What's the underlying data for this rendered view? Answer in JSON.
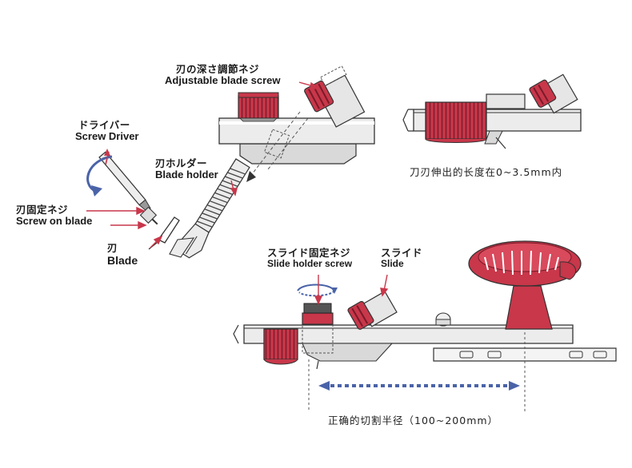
{
  "labels": {
    "adjust_screw": {
      "jp": "刃の深さ調節ネジ",
      "en": "Adjustable blade screw"
    },
    "screw_driver": {
      "jp": "ドライバー",
      "en": "Screw Driver"
    },
    "blade_holder": {
      "jp": "刃ホルダー",
      "en": "Blade holder"
    },
    "screw_on_blade": {
      "jp": "刃固定ネジ",
      "en": "Screw on blade"
    },
    "blade": {
      "jp": "刃",
      "en": "Blade"
    },
    "slide_holder_screw": {
      "jp": "スライド固定ネジ",
      "en": "Slide holder screw"
    },
    "slide": {
      "jp": "スライド",
      "en": "Slide"
    }
  },
  "notes": {
    "blade_length": "刀刃伸出的长度在0~3.5mm内",
    "cut_radius": "正确的切割半径（100~200mm）"
  },
  "colors": {
    "red": "#c8374a",
    "red_dark": "#8e1f2e",
    "outline": "#333333",
    "metal": "#e6e6e6",
    "arrow_blue": "#4a63a8"
  }
}
